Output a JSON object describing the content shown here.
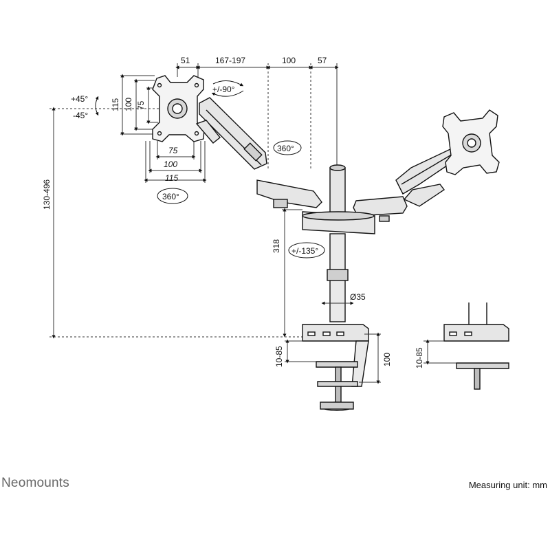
{
  "dimensions": {
    "top": [
      "51",
      "167-197",
      "100",
      "57"
    ],
    "vesa_vertical": [
      "115",
      "100",
      "75"
    ],
    "vesa_horizontal": [
      "75",
      "100",
      "115"
    ],
    "total_height": "130-496",
    "pole_height": "318",
    "pole_diameter": "Ø35",
    "clamp_range": "10-85",
    "clamp_height": "100",
    "grommet_range": "10-85"
  },
  "rotations": {
    "tilt_up": "+45°",
    "tilt_down": "-45°",
    "rotate": "+/-90°",
    "swivel_top": "360°",
    "swivel_bottom": "360°",
    "arm_swivel": "+/-135°"
  },
  "footer": {
    "brand": "Neomounts",
    "unit": "Measuring unit: mm"
  },
  "colors": {
    "line": "#111111",
    "dim_line": "#333333",
    "brand_gray": "#666666",
    "part_fill": "#e6e6e6"
  }
}
